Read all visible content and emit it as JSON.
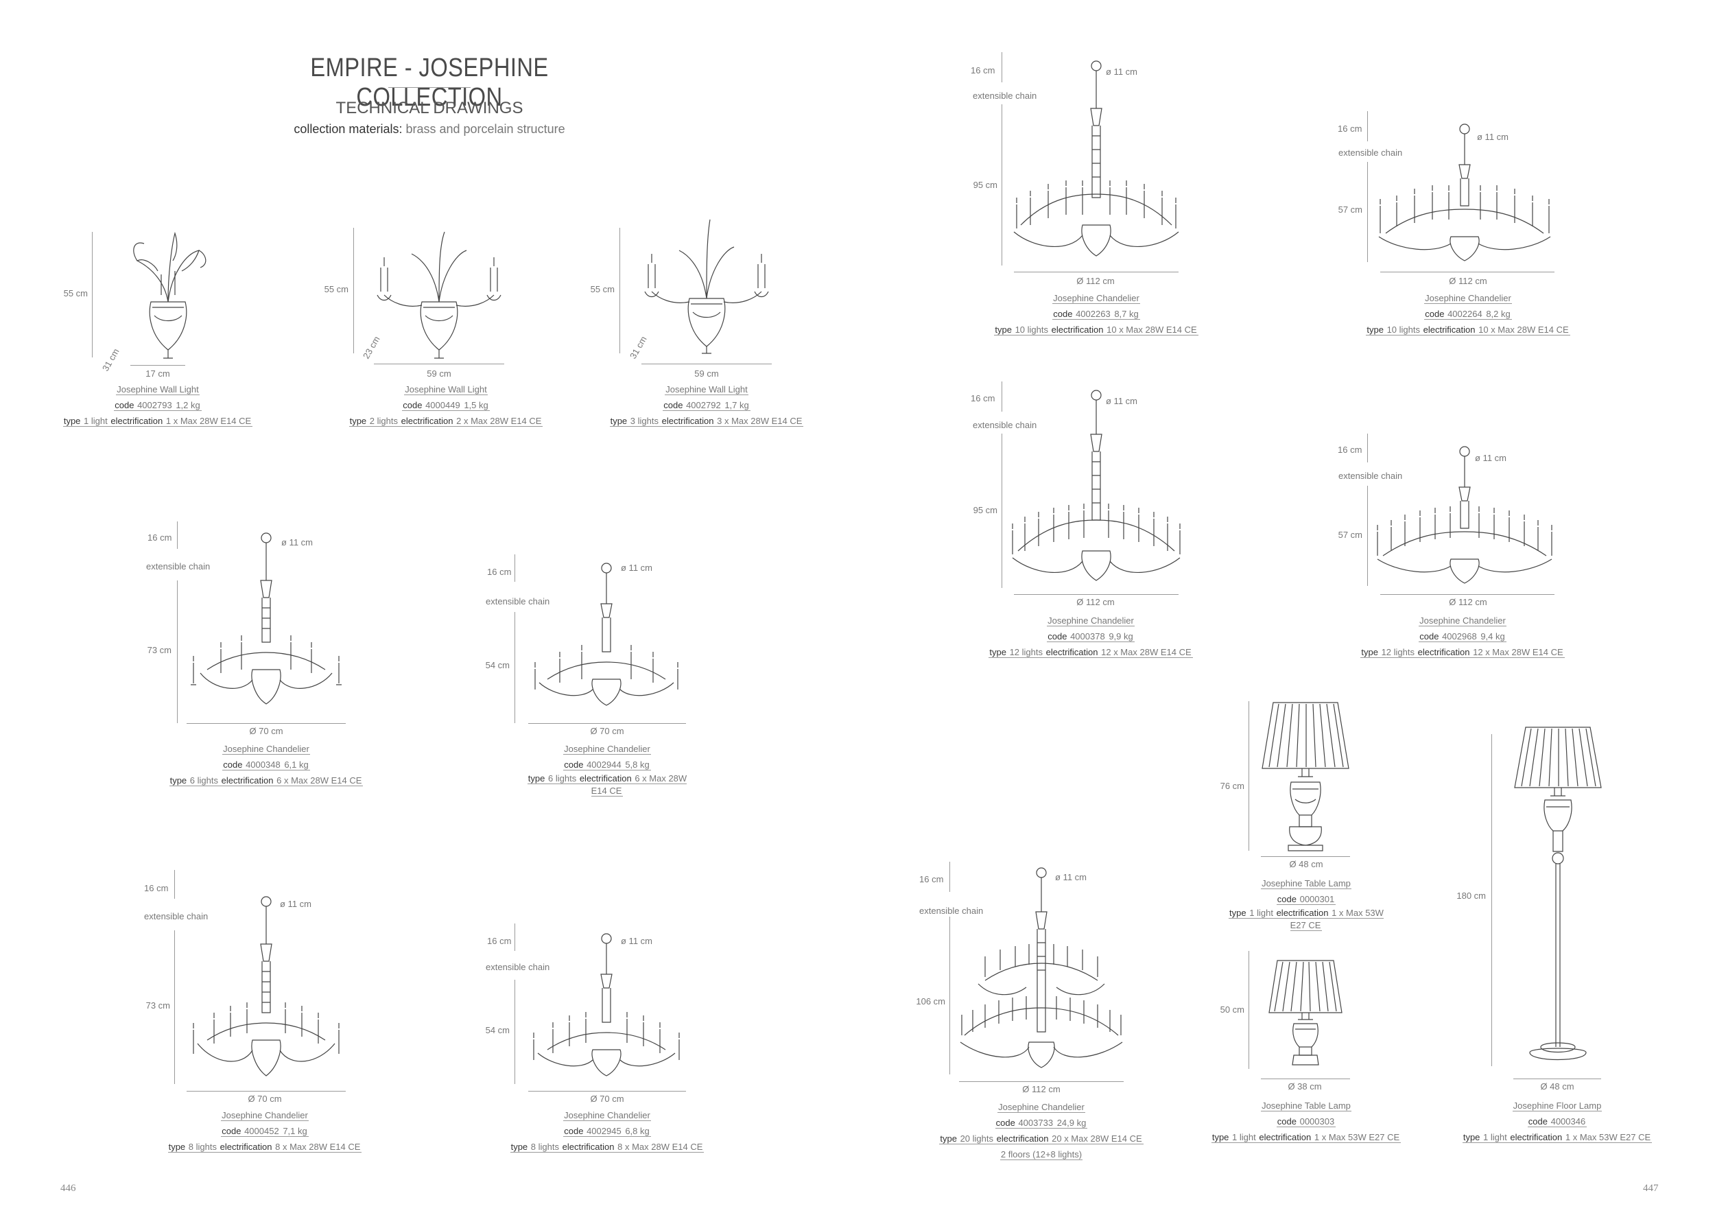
{
  "header": {
    "title": "EMPIRE - JOSEPHINE COLLECTION",
    "subtitle": "TECHNICAL DRAWINGS",
    "materials_label": "collection materials:",
    "materials_value": "brass and porcelain structure"
  },
  "page_numbers": {
    "left": "446",
    "right": "447"
  },
  "labels": {
    "code": "code",
    "type": "type",
    "electrification": "electrification",
    "extensible_chain": "extensible chain"
  },
  "products": [
    {
      "name": "Josephine Wall Light",
      "code": "4002793",
      "weight": "1,2 kg",
      "type": "1 light",
      "electrification": "1 x Max 28W E14 CE",
      "dims": {
        "height": "55 cm",
        "depth": "31 cm",
        "width": "17 cm"
      }
    },
    {
      "name": "Josephine Wall Light",
      "code": "4000449",
      "weight": "1,5 kg",
      "type": "2 lights",
      "electrification": "2 x Max 28W E14 CE",
      "dims": {
        "height": "55 cm",
        "depth": "23 cm",
        "width": "59 cm"
      }
    },
    {
      "name": "Josephine Wall Light",
      "code": "4002792",
      "weight": "1,7 kg",
      "type": "3 lights",
      "electrification": "3 x Max 28W E14 CE",
      "dims": {
        "height": "55 cm",
        "depth": "31 cm",
        "width": "59 cm"
      }
    },
    {
      "name": "Josephine Chandelier",
      "code": "4000348",
      "weight": "6,1 kg",
      "type": "6 lights",
      "electrification": "6 x Max 28W E14 CE",
      "dims": {
        "chain": "16 cm",
        "canopy": "ø 11 cm",
        "height": "73 cm",
        "width": "Ø 70 cm"
      }
    },
    {
      "name": "Josephine Chandelier",
      "code": "4002944",
      "weight": "5,8 kg",
      "type": "6 lights",
      "electrification": "6 x Max 28W E14 CE",
      "dims": {
        "chain": "16 cm",
        "canopy": "ø 11 cm",
        "height": "54 cm",
        "width": "Ø 70 cm"
      }
    },
    {
      "name": "Josephine Chandelier",
      "code": "4000452",
      "weight": "7,1 kg",
      "type": "8 lights",
      "electrification": "8 x Max 28W E14 CE",
      "dims": {
        "chain": "16 cm",
        "canopy": "ø 11 cm",
        "height": "73 cm",
        "width": "Ø 70 cm"
      }
    },
    {
      "name": "Josephine Chandelier",
      "code": "4002945",
      "weight": "6,8 kg",
      "type": "8 lights",
      "electrification": "8 x Max 28W E14 CE",
      "dims": {
        "chain": "16 cm",
        "canopy": "ø 11 cm",
        "height": "54 cm",
        "width": "Ø 70 cm"
      }
    },
    {
      "name": "Josephine Chandelier",
      "code": "4002263",
      "weight": "8,7 kg",
      "type": "10 lights",
      "electrification": "10 x Max 28W E14 CE",
      "dims": {
        "chain": "16 cm",
        "canopy": "ø 11 cm",
        "height": "95 cm",
        "width": "Ø 112 cm"
      }
    },
    {
      "name": "Josephine Chandelier",
      "code": "4002264",
      "weight": "8,2 kg",
      "type": "10 lights",
      "electrification": "10 x Max 28W E14 CE",
      "dims": {
        "chain": "16 cm",
        "canopy": "ø 11 cm",
        "height": "57 cm",
        "width": "Ø 112 cm"
      }
    },
    {
      "name": "Josephine Chandelier",
      "code": "4000378",
      "weight": "9,9 kg",
      "type": "12 lights",
      "electrification": "12 x Max 28W E14 CE",
      "dims": {
        "chain": "16 cm",
        "canopy": "ø 11 cm",
        "height": "95 cm",
        "width": "Ø 112 cm"
      }
    },
    {
      "name": "Josephine Chandelier",
      "code": "4002968",
      "weight": "9,4 kg",
      "type": "12 lights",
      "electrification": "12 x Max 28W E14 CE",
      "dims": {
        "chain": "16 cm",
        "canopy": "ø 11 cm",
        "height": "57 cm",
        "width": "Ø 112 cm"
      }
    },
    {
      "name": "Josephine Chandelier",
      "code": "4003733",
      "weight": "24,9 kg",
      "type": "20 lights",
      "electrification": "20 x Max 28W E14 CE",
      "note": "2 floors (12+8 lights)",
      "dims": {
        "chain": "16 cm",
        "canopy": "ø 11 cm",
        "height": "106 cm",
        "width": "Ø 112 cm"
      }
    },
    {
      "name": "Josephine Table Lamp",
      "code": "0000301",
      "weight": "",
      "type": "1 light",
      "electrification": "1 x Max 53W E27 CE",
      "dims": {
        "height": "76 cm",
        "width": "Ø 48 cm"
      }
    },
    {
      "name": "Josephine Table Lamp",
      "code": "0000303",
      "weight": "",
      "type": "1 light",
      "electrification": "1 x Max 53W E27 CE",
      "dims": {
        "height": "50 cm",
        "width": "Ø 38 cm"
      }
    },
    {
      "name": "Josephine Floor Lamp",
      "code": "4000346",
      "weight": "",
      "type": "1 light",
      "electrification": "1 x Max 53W E27 CE",
      "dims": {
        "height": "180 cm",
        "width": "Ø 48 cm"
      }
    }
  ]
}
